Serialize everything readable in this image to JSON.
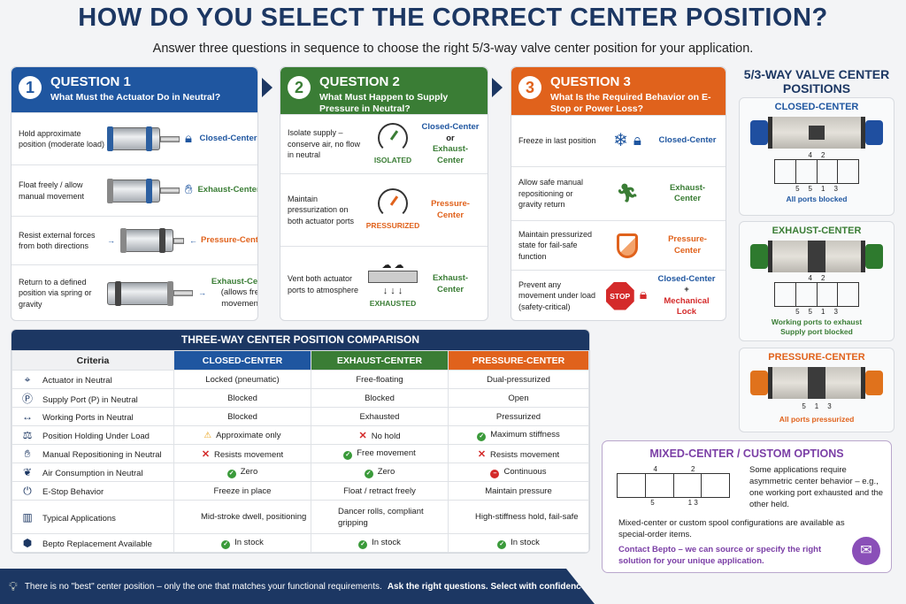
{
  "header": {
    "title": "HOW DO YOU SELECT THE CORRECT CENTER POSITION?",
    "subtitle": "Answer three questions in sequence to choose the right 5/3-way valve center position for your application."
  },
  "colors": {
    "navy": "#1c3763",
    "closed": "#1f56a0",
    "exhaust": "#3a7d35",
    "pressure": "#e0621c",
    "custom": "#7b3fa6"
  },
  "questions": [
    {
      "number": "1",
      "title": "QUESTION 1",
      "subtitle": "What Must the Actuator Do in Neutral?",
      "rows": [
        {
          "text": "Hold approximate position (moderate load)",
          "icon": "lock-icon",
          "result": "Closed-Center"
        },
        {
          "text": "Float freely / allow manual movement",
          "icon": "hand-icon",
          "result": "Exhaust-Center"
        },
        {
          "text": "Resist external forces from both directions",
          "icon": "arrows-inward-icon",
          "result": "Pressure-Center"
        },
        {
          "text": "Return to a defined position via spring or gravity",
          "icon": "arrow-right-icon",
          "result": "Exhaust-Center",
          "result_note": "(allows free movement)"
        }
      ]
    },
    {
      "number": "2",
      "title": "QUESTION 2",
      "subtitle": "What Must Happen to Supply Pressure in Neutral?",
      "rows": [
        {
          "text": "Isolate supply – conserve air, no flow in neutral",
          "icon": "gauge-icon",
          "icon_label": "ISOLATED",
          "result": "Closed-Center",
          "result_or": "or",
          "result2": "Exhaust-Center"
        },
        {
          "text": "Maintain pressurization on both actuator ports",
          "icon": "gauge-icon",
          "icon_label": "PRESSURIZED",
          "result": "Pressure-Center"
        },
        {
          "text": "Vent both actuator ports to atmosphere",
          "icon": "exhaust-manifold-icon",
          "icon_label": "EXHAUSTED",
          "result": "Exhaust-Center"
        }
      ]
    },
    {
      "number": "3",
      "title": "QUESTION 3",
      "subtitle": "What Is the Required Behavior on E-Stop or Power Loss?",
      "rows": [
        {
          "text": "Freeze in last position",
          "icon": "snowflake-lock-icon",
          "result": "Closed-Center"
        },
        {
          "text": "Allow safe manual repositioning or gravity return",
          "icon": "running-person-icon",
          "result": "Exhaust-Center"
        },
        {
          "text": "Maintain pressurized state for fail-safe function",
          "icon": "shield-icon",
          "result": "Pressure-Center"
        },
        {
          "text": "Prevent any movement under load (safety-critical)",
          "icon": "stop-sign-icon",
          "icon_label": "STOP",
          "result": "Closed-Center",
          "result_plus": "+",
          "result2": "Mechanical Lock"
        }
      ]
    }
  ],
  "valves": {
    "title": "5/3-WAY VALVE CENTER POSITIONS",
    "items": [
      {
        "name": "CLOSED-CENTER",
        "ports_top": [
          "4",
          "2"
        ],
        "ports_bottom": [
          "5",
          "5",
          "1",
          "3"
        ],
        "note": "All ports blocked"
      },
      {
        "name": "EXHAUST-CENTER",
        "ports_top": [
          "4",
          "2"
        ],
        "ports_bottom": [
          "5",
          "5",
          "1",
          "3"
        ],
        "note": "Working ports to exhaust",
        "note2": "Supply port blocked"
      },
      {
        "name": "PRESSURE-CENTER",
        "ports_bottom": [
          "5",
          "1",
          "3"
        ],
        "note": "All ports pressurized"
      }
    ]
  },
  "comparison": {
    "title": "THREE-WAY CENTER POSITION COMPARISON",
    "headers": [
      "Criteria",
      "CLOSED-CENTER",
      "EXHAUST-CENTER",
      "PRESSURE-CENTER"
    ],
    "rows": [
      {
        "icon": "crosshair-icon",
        "criteria": "Actuator in Neutral",
        "closed": "Locked (pneumatic)",
        "exhaust": "Free-floating",
        "pressure": "Dual-pressurized"
      },
      {
        "icon": "p-circle-icon",
        "criteria": "Supply Port (P) in Neutral",
        "closed": "Blocked",
        "exhaust": "Blocked",
        "pressure": "Open"
      },
      {
        "icon": "double-arrow-icon",
        "criteria": "Working Ports in Neutral",
        "closed": "Blocked",
        "exhaust": "Exhausted",
        "pressure": "Pressurized"
      },
      {
        "icon": "load-icon",
        "criteria": "Position Holding Under Load",
        "closed": "Approximate only",
        "closed_mark": "warning",
        "exhaust": "No hold",
        "exhaust_mark": "cross",
        "pressure": "Maximum stiffness",
        "pressure_mark": "check"
      },
      {
        "icon": "hand-icon",
        "criteria": "Manual Repositioning in Neutral",
        "closed": "Resists movement",
        "closed_mark": "cross",
        "exhaust": "Free movement",
        "exhaust_mark": "check",
        "pressure": "Resists movement",
        "pressure_mark": "cross"
      },
      {
        "icon": "leaf-icon",
        "criteria": "Air Consumption in Neutral",
        "closed": "Zero",
        "closed_mark": "check",
        "exhaust": "Zero",
        "exhaust_mark": "check",
        "pressure": "Continuous",
        "pressure_mark": "stop"
      },
      {
        "icon": "power-icon",
        "criteria": "E-Stop Behavior",
        "closed": "Freeze in place",
        "exhaust": "Float / retract freely",
        "pressure": "Maintain pressure"
      },
      {
        "icon": "factory-icon",
        "criteria": "Typical Applications",
        "closed": "Mid-stroke dwell, positioning",
        "exhaust": "Dancer rolls, compliant gripping",
        "pressure": "High-stiffness hold, fail-safe"
      },
      {
        "icon": "box-icon",
        "criteria": "Bepto Replacement Available",
        "closed": "In stock",
        "closed_mark": "check",
        "exhaust": "In stock",
        "exhaust_mark": "check",
        "pressure": "In stock",
        "pressure_mark": "check"
      }
    ]
  },
  "custom": {
    "title": "MIXED-CENTER / CUSTOM OPTIONS",
    "ports_top": [
      "4",
      "2"
    ],
    "ports_bottom": [
      "5",
      "1 3"
    ],
    "description": "Some applications require asymmetric center behavior – e.g., one working port exhausted and the other held.",
    "availability": "Mixed-center or custom spool configurations are available as special-order items.",
    "contact": "Contact Bepto – we can source or specify the right solution for your unique application.",
    "contact_icon": "envelope-icon"
  },
  "footer": {
    "icon": "lightbulb-icon",
    "text": "There is no \"best\" center position – only the one that matches your functional requirements.",
    "emphasis": "Ask the right questions. Select with confidence."
  }
}
